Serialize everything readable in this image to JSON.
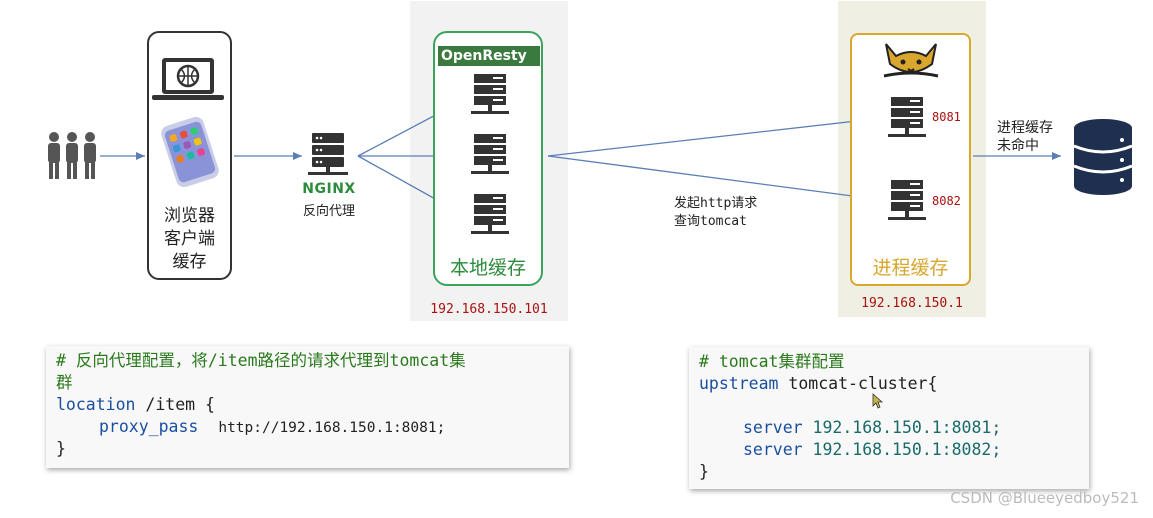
{
  "browser": {
    "label_lines": [
      "浏览器",
      "客户端",
      "缓存"
    ]
  },
  "nginx": {
    "logo_text": "NGINX",
    "label": "反向代理"
  },
  "openresty": {
    "badge": "OpenResty",
    "label": "本地缓存",
    "ip": "192.168.150.101"
  },
  "request": {
    "lines": [
      "发起http请求",
      "查询tomcat"
    ]
  },
  "tomcat": {
    "label": "进程缓存",
    "ip": "192.168.150.1",
    "ports": [
      "8081",
      "8082"
    ]
  },
  "miss": {
    "lines": [
      "进程缓存",
      "未命中"
    ]
  },
  "code_left": {
    "comment_line1": "# 反向代理配置，将/item路径的请求代理到tomcat集",
    "comment_line2": "群",
    "location_kw": "location",
    "location_path": " /item {",
    "proxy_kw": "proxy_pass",
    "proxy_value": "http://192.168.150.1:8081;",
    "close": "}"
  },
  "code_right": {
    "comment": "# tomcat集群配置",
    "upstream_kw": "upstream",
    "upstream_name": " tomcat-cluster{",
    "server_kw": "server",
    "server1": " 192.168.150.1:8081;",
    "server2": " 192.168.150.1:8082;",
    "close": "}"
  },
  "watermark": "CSDN @Blueeyedboy521",
  "colors": {
    "openresty_green": "#3aa35c",
    "tomcat_gold": "#d9a62e",
    "ip_red": "#aa1111",
    "arrow_blue": "#5a7fb5"
  }
}
